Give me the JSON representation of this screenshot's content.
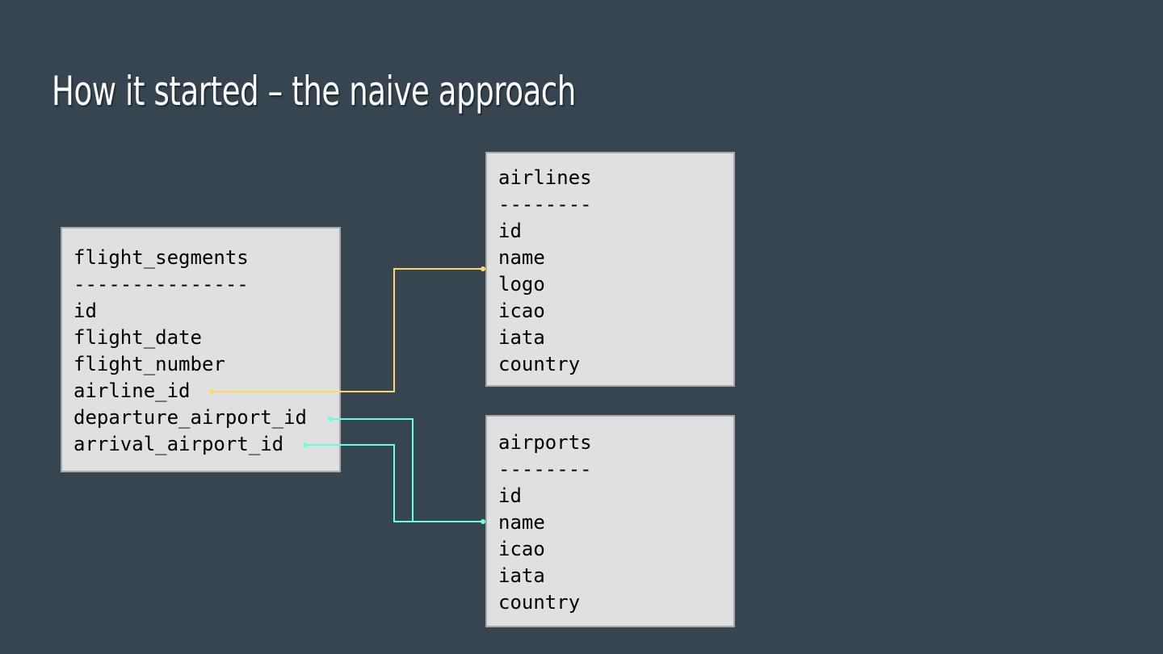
{
  "slide": {
    "title": "How it started – the naive approach"
  },
  "tables": {
    "flight_segments": {
      "name": "flight_segments",
      "separator": "---------------",
      "fields": [
        "id",
        "flight_date",
        "flight_number",
        "airline_id",
        "departure_airport_id",
        "arrival_airport_id"
      ]
    },
    "airlines": {
      "name": "airlines",
      "separator": "--------",
      "fields": [
        "id",
        "name",
        "logo",
        "icao",
        "iata",
        "country"
      ]
    },
    "airports": {
      "name": "airports",
      "separator": "--------",
      "fields": [
        "id",
        "name",
        "icao",
        "iata",
        "country"
      ]
    }
  },
  "relations": [
    {
      "from": "flight_segments.airline_id",
      "to": "airlines.name",
      "color": "#ffd966"
    },
    {
      "from": "flight_segments.departure_airport_id",
      "to": "airports.name",
      "color": "#66ffe0"
    },
    {
      "from": "flight_segments.arrival_airport_id",
      "to": "airports.name",
      "color": "#66ffe0"
    }
  ]
}
